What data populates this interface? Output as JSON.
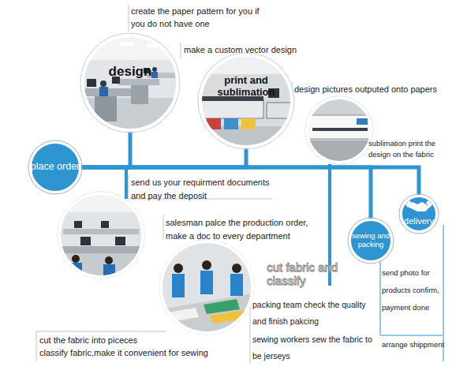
{
  "diagram": {
    "nodes": [
      {
        "text": [
          "design"
        ]
      },
      {
        "text": [
          "print and sublimation"
        ]
      },
      {
        "text": [
          "place order"
        ]
      },
      {
        "text": [
          "sewing and packing"
        ]
      },
      {
        "text": [
          "delivery"
        ]
      }
    ],
    "edges": [
      {
        "from": 2,
        "to": 4,
        "arrow": "none"
      },
      {
        "from": 2,
        "to": 0,
        "arrow": "none"
      },
      {
        "from": 2,
        "to": 1,
        "arrow": "none"
      },
      {
        "from": 2,
        "to": 3,
        "arrow": "none"
      }
    ],
    "labels": [
      "create the paper pattern for you if you do not have one",
      "make a custom vector design",
      "design pictures outputed onto papers",
      "sublimation print the design on the fabric",
      "send us your requirment documents and pay the deposit",
      "salesman palce the production order, make a doc to every department",
      "cut fabric and classify",
      "cut the fabric into piceces",
      "classify fabric,make it convenient for sewing",
      "packing team check the quality and finish pakcing",
      "sewing workers sew the fabric to be jerseys",
      "send photo for products confirm, payment done",
      "arrange shippment"
    ]
  }
}
